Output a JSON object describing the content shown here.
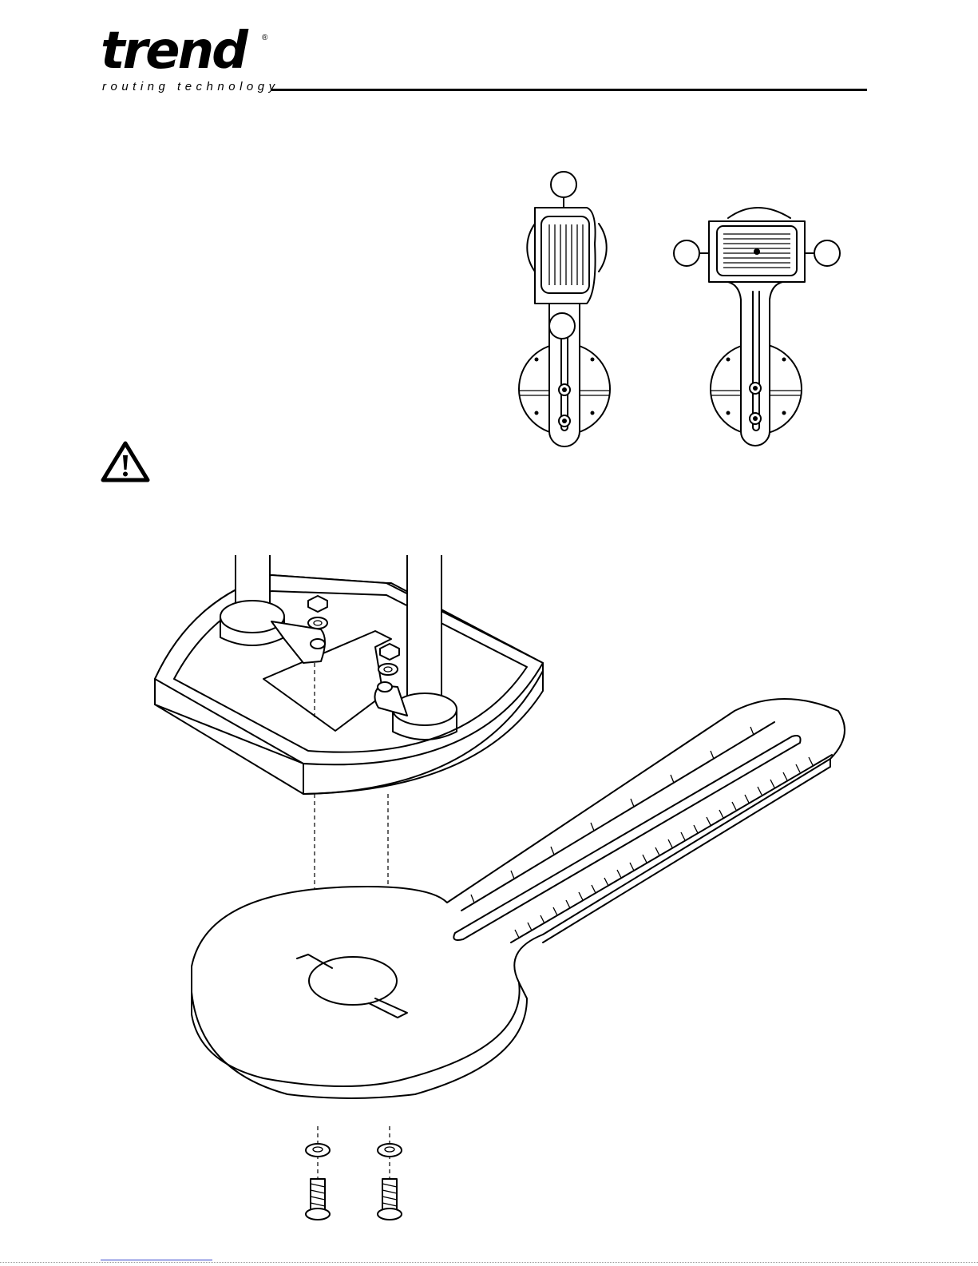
{
  "brand": {
    "name": "trend",
    "registered_mark": "®",
    "tagline": "routing technology"
  },
  "figures": {
    "top_view_vertical": "router-with-trammel-vertical",
    "top_view_horizontal": "router-with-trammel-horizontal",
    "warning": "warning-triangle-icon",
    "exploded": "router-base-to-trammel-exploded"
  },
  "colors": {
    "ink": "#000000",
    "paper": "#ffffff"
  }
}
